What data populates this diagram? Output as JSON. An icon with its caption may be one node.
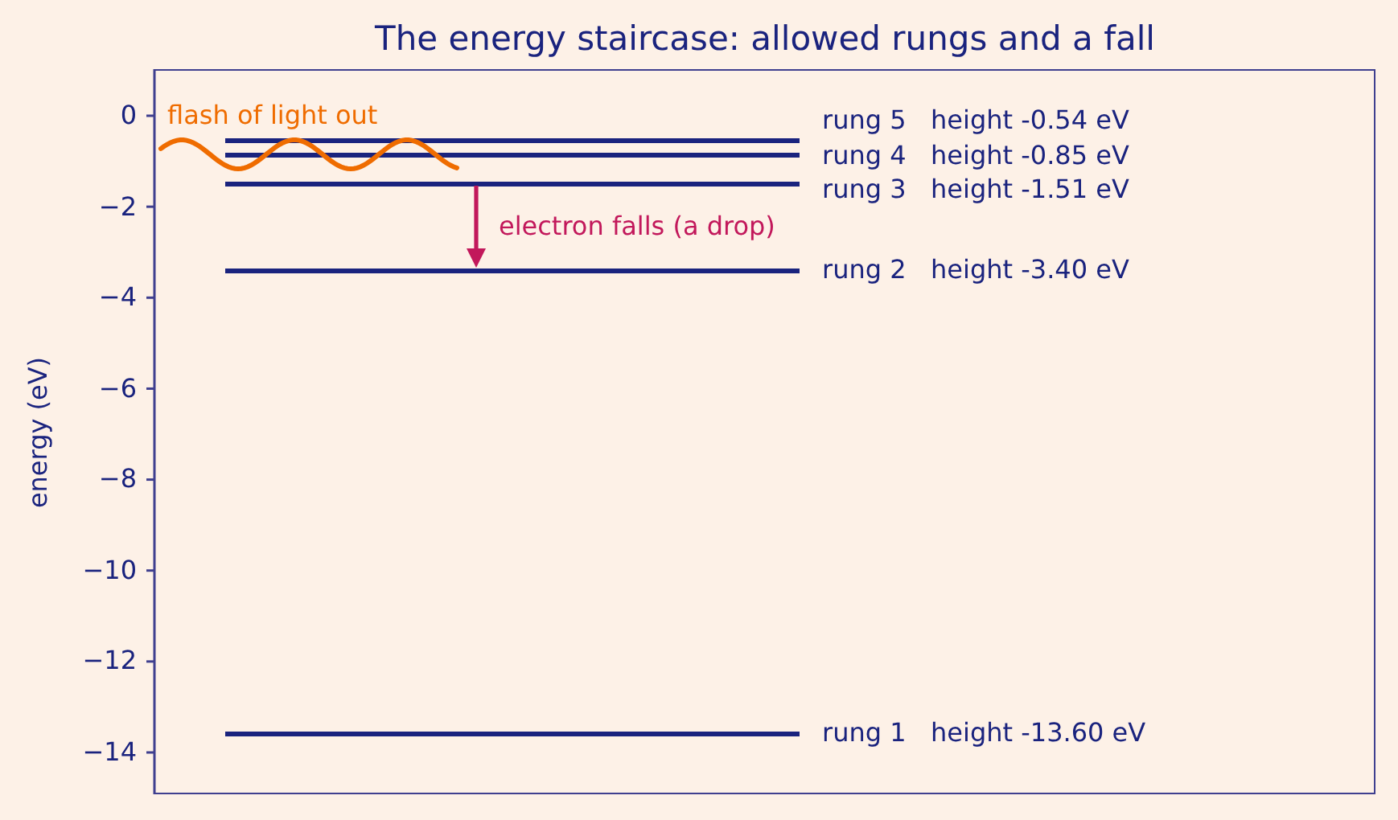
{
  "diagram": {
    "title": "The energy staircase: allowed rungs and a fall",
    "nodes": [
      {
        "text": [],
        "shape": "line",
        "beside": [
          "rung 5   height -0.54 eV"
        ]
      },
      {
        "text": [],
        "shape": "line",
        "beside": [
          "rung 4   height -0.85 eV"
        ]
      },
      {
        "text": [],
        "shape": "line",
        "beside": [
          "rung 3   height -1.51 eV"
        ]
      },
      {
        "text": [],
        "shape": "line",
        "beside": [
          "rung 2   height -3.40 eV"
        ]
      },
      {
        "text": [],
        "shape": "line",
        "beside": [
          "rung 1   height -13.60 eV"
        ]
      }
    ],
    "edges": [
      {
        "from": 2,
        "to": 3,
        "arrow": "to",
        "label": "electron falls (a drop)"
      }
    ],
    "labels": [
      "0",
      "−2",
      "−4",
      "−6",
      "−8",
      "−10",
      "−12",
      "−14",
      "energy (eV)",
      "flash of light out"
    ]
  }
}
